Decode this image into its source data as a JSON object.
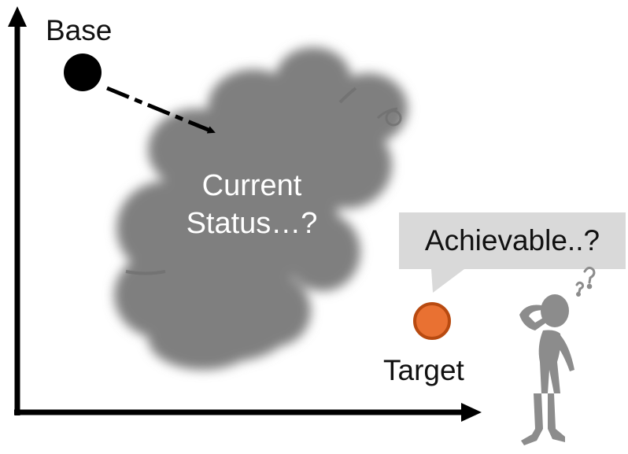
{
  "labels": {
    "base": "Base",
    "target": "Target",
    "current_status_line1": "Current",
    "current_status_line2": "Status…?",
    "speech": "Achievable..?"
  },
  "icons": {
    "base_point": "black-circle",
    "target_point": "orange-circle",
    "person": "thinking-person-icon",
    "cloud": "fog-cloud"
  },
  "colors": {
    "axis": "#000000",
    "base_point": "#000000",
    "target_fill": "#E97132",
    "target_stroke": "#B84A10",
    "cloud": "#7F7F7F",
    "speech_bubble": "#D9D9D9",
    "person": "#8C8C8C",
    "cloud_text": "#FFFFFF"
  }
}
